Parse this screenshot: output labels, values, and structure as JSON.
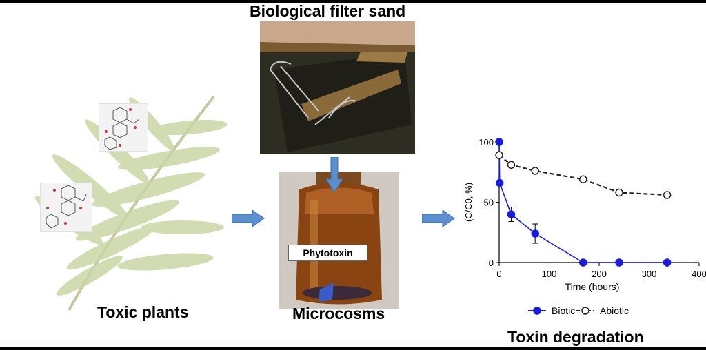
{
  "labels": {
    "filter_title": "Biological filter sand",
    "plants": "Toxic plants",
    "microcosms": "Microcosms",
    "toxin_degradation": "Toxin degradation",
    "phytotoxin": "Phytotoxin"
  },
  "colors": {
    "arrow": "#5b8fd0",
    "biotic": "#1a1adb",
    "abiotic": "#222222"
  },
  "chart_data": {
    "type": "line",
    "xlabel": "Time (hours)",
    "ylabel": "(C/C0, %)",
    "xlim": [
      0,
      400
    ],
    "ylim": [
      0,
      100
    ],
    "xticks": [
      0,
      100,
      200,
      300,
      400
    ],
    "yticks": [
      0,
      50,
      100
    ],
    "legend_position": "bottom",
    "series": [
      {
        "name": "Biotic",
        "x": [
          0,
          1,
          24,
          72,
          168,
          240,
          336
        ],
        "y": [
          100,
          66,
          40,
          24,
          0,
          0,
          0
        ],
        "err": [
          0,
          0,
          6,
          8,
          0,
          0,
          0
        ],
        "style": "solid",
        "marker": "filled-circle"
      },
      {
        "name": "Abiotic",
        "x": [
          0,
          24,
          72,
          168,
          240,
          336
        ],
        "y": [
          89,
          81,
          76,
          69,
          58,
          56
        ],
        "style": "dashed",
        "marker": "open-circle"
      }
    ]
  }
}
